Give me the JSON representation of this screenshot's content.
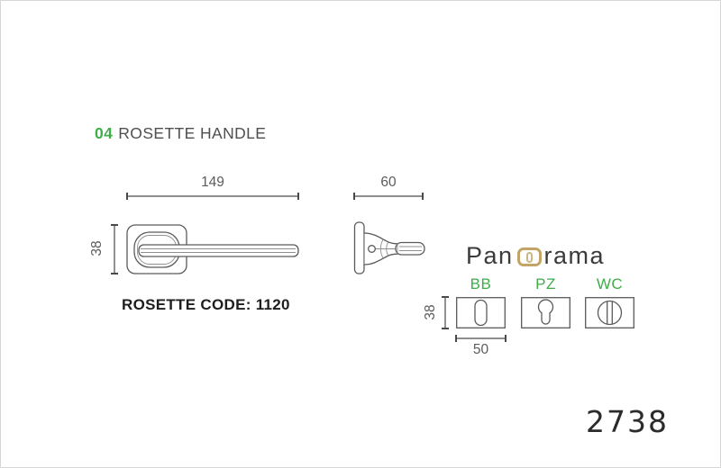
{
  "page": {
    "section_number": "04",
    "section_title": "ROSETTE HANDLE",
    "rosette_code": "ROSETTE CODE: 1120",
    "part_number": "2738"
  },
  "brand": {
    "name_prefix": "Pan",
    "name_suffix": "rama",
    "symbol": "keyhole-rosette-icon"
  },
  "front_view": {
    "width_dim": "149",
    "height_dim": "38"
  },
  "side_view": {
    "depth_dim": "60"
  },
  "variants": {
    "height_dim": "38",
    "width_dim": "50",
    "items": [
      {
        "label": "BB",
        "icon": "bb-keyhole-icon"
      },
      {
        "label": "PZ",
        "icon": "pz-cylinder-icon"
      },
      {
        "label": "WC",
        "icon": "wc-thumbturn-icon"
      }
    ]
  },
  "colors": {
    "accent_green": "#3fae49",
    "logo_gold": "#c3a366",
    "line_gray": "#5a5a5a",
    "text_dark": "#4f4f4f",
    "code_black": "#1f1d1e"
  }
}
